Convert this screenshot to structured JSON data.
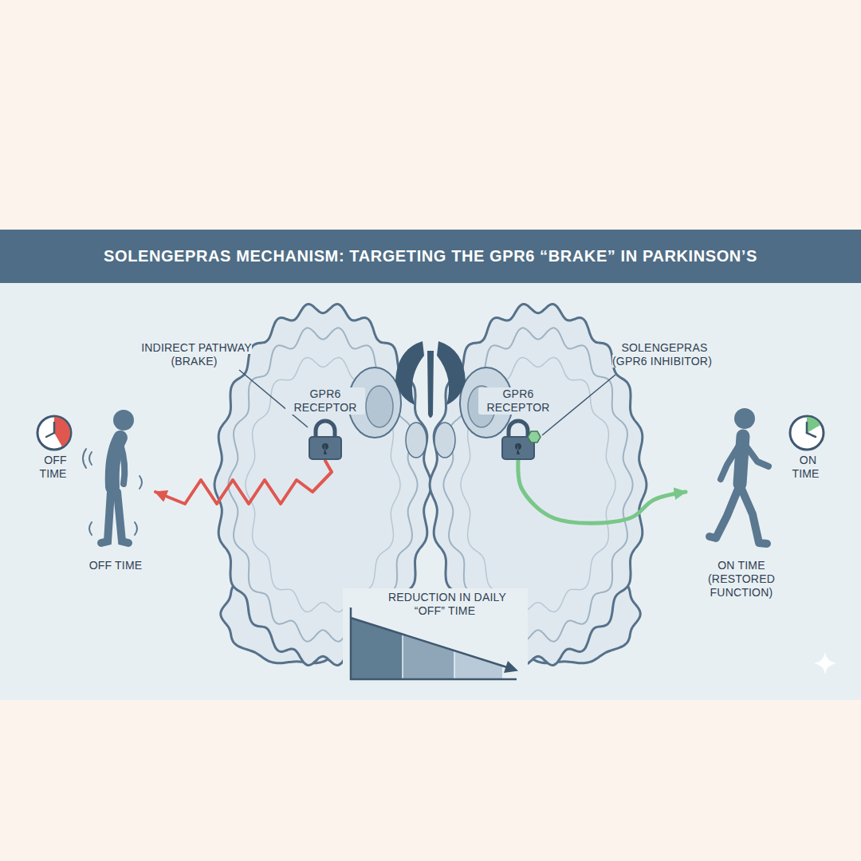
{
  "diagram": {
    "title": "SOLENGEPRAS MECHANISM: TARGETING THE GPR6 “BRAKE” IN PARKINSON’S",
    "nodes": [
      {
        "text": [
          "GPR6 RECEPTOR"
        ]
      },
      {
        "text": [
          "GPR6 RECEPTOR"
        ]
      },
      {
        "text": [
          "OFF TIME"
        ]
      },
      {
        "text": [
          "ON TIME (RESTORED FUNCTION)"
        ]
      }
    ],
    "edges": [
      {
        "from": 0,
        "to": 2,
        "arrow": "to"
      },
      {
        "from": 1,
        "to": 3,
        "arrow": "to"
      }
    ],
    "labels": [
      "INDIRECT PATHWAY (BRAKE)",
      "SOLENGEPRAS (GPR6 INHIBITOR)",
      "OFF TIME",
      "ON TIME",
      "REDUCTION IN DAILY “OFF” TIME"
    ]
  }
}
